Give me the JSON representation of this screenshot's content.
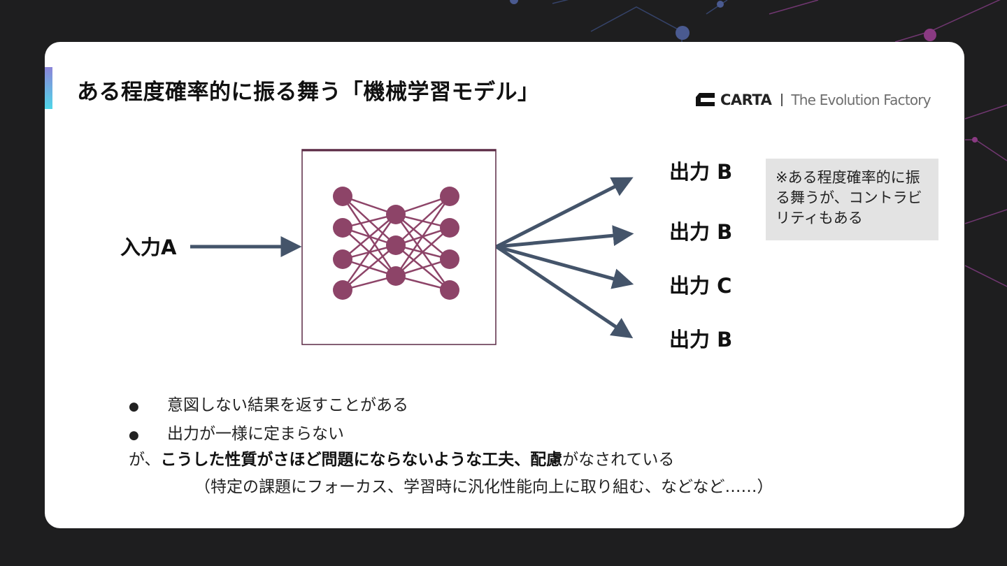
{
  "title": "ある程度確率的に振る舞う「機械学習モデル」",
  "brand": {
    "name": "CARTA",
    "tagline": "The Evolution Factory",
    "logo_icon": "carta-logo-icon"
  },
  "diagram": {
    "input_label": "入力A",
    "model_icon": "neural-network-icon",
    "outputs": [
      "出力 B",
      "出力 B",
      "出力 C",
      "出力 B"
    ]
  },
  "note": "※ある程度確率的に振る舞うが、コントラビリティもある",
  "bullets": [
    "意図しない結果を返すことがある",
    "出力が一様に定まらない"
  ],
  "bullet_marker": "●",
  "summary": {
    "prefix": "が、",
    "bold1": "こうした性質がさほど問題にならないような工夫、配慮",
    "suffix": "がなされている",
    "detail": "（特定の課題にフォーカス、学習時に汎化性能向上に取り組む、などなど……）"
  },
  "colors": {
    "background": "#1e1e1f",
    "slide": "#ffffff",
    "arrow": "#44546a",
    "network_node": "#8d4468",
    "model_border": "#5b2a45",
    "note_bg": "#e3e3e3"
  }
}
